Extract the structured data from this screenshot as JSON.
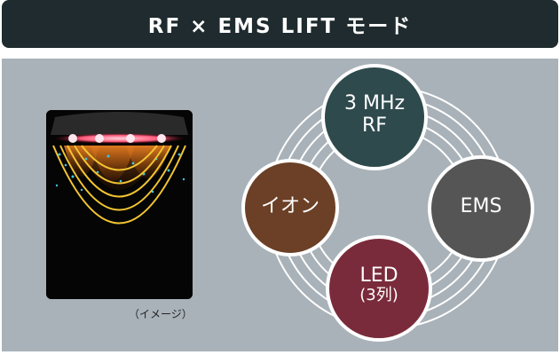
{
  "header": {
    "title": "RF × EMS LIFT モード"
  },
  "image": {
    "caption": "（イメージ）"
  },
  "diagram": {
    "nodes": [
      {
        "id": "rf",
        "lines": [
          "3 MHz",
          "RF"
        ],
        "color": "#2e4a4d"
      },
      {
        "id": "ems",
        "lines": [
          "EMS"
        ],
        "color": "#555555"
      },
      {
        "id": "led",
        "lines": [
          "LED",
          "(3列)"
        ],
        "color": "#7a2b3b"
      },
      {
        "id": "ion",
        "lines": [
          "イオン"
        ],
        "color": "#6b4026"
      }
    ]
  },
  "colors": {
    "title_bg": "#1f2b2e",
    "panel_bg": "#a9b2b9",
    "ring": "#ffffff"
  }
}
